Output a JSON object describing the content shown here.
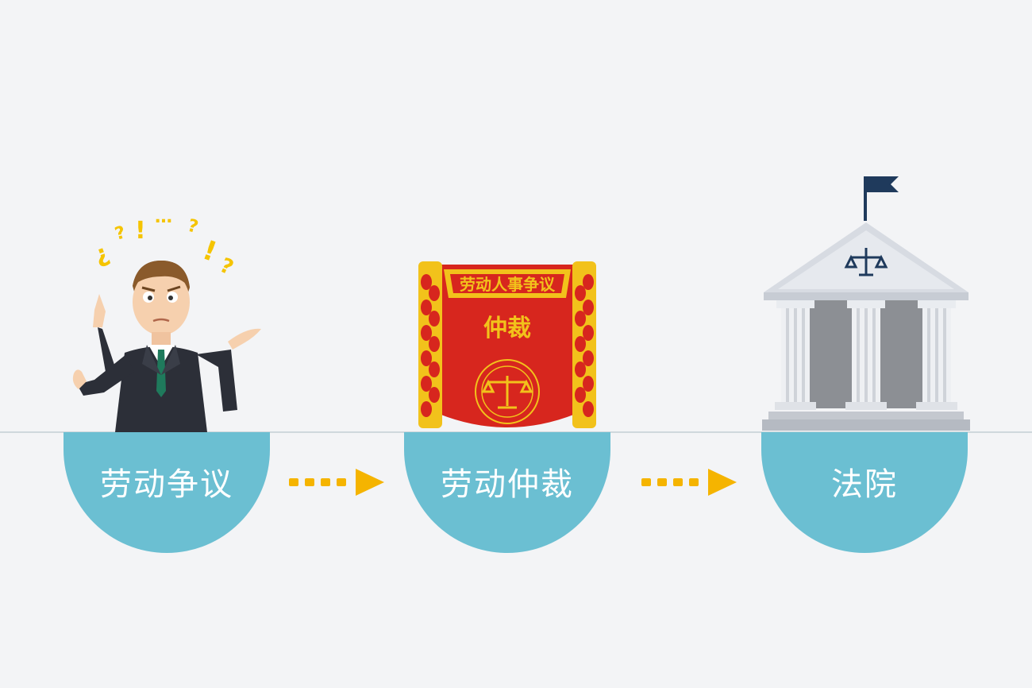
{
  "steps": [
    {
      "label": "劳动争议",
      "icon": "confused-man-icon"
    },
    {
      "label": "劳动仲裁",
      "icon": "arbitration-badge-icon"
    },
    {
      "label": "法院",
      "icon": "courthouse-icon"
    }
  ],
  "badge": {
    "banner_text": "劳动人事争议",
    "title_text": "仲裁"
  },
  "colors": {
    "background": "#f3f4f6",
    "bowl": "#6bbfd2",
    "arrow": "#f5b400",
    "badge_red": "#d7261e",
    "badge_gold": "#f2c21b"
  }
}
